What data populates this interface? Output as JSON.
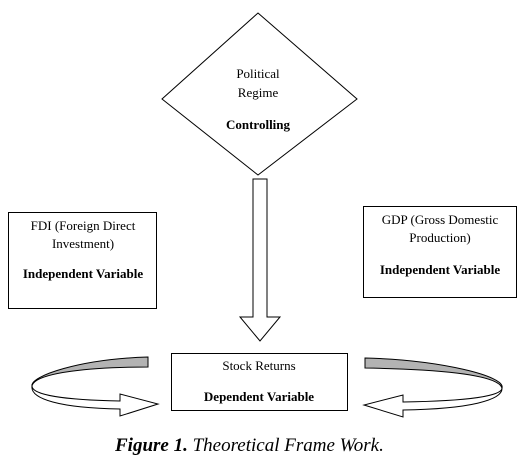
{
  "diamond": {
    "line1": "Political",
    "line2": "Regime",
    "role": "Controlling"
  },
  "fdi": {
    "line1": "FDI (Foreign Direct",
    "line2": "Investment)",
    "role": "Independent Variable"
  },
  "gdp": {
    "line1": "GDP (Gross Domestic",
    "line2": "Production)",
    "role": "Independent Variable"
  },
  "stock": {
    "line1": "Stock Returns",
    "role": "Dependent Variable"
  },
  "caption": {
    "label": "Figure 1.",
    "text": " Theoretical Frame Work."
  },
  "colors": {
    "stroke": "#000000",
    "arrow_band": "#b3b3b3"
  }
}
